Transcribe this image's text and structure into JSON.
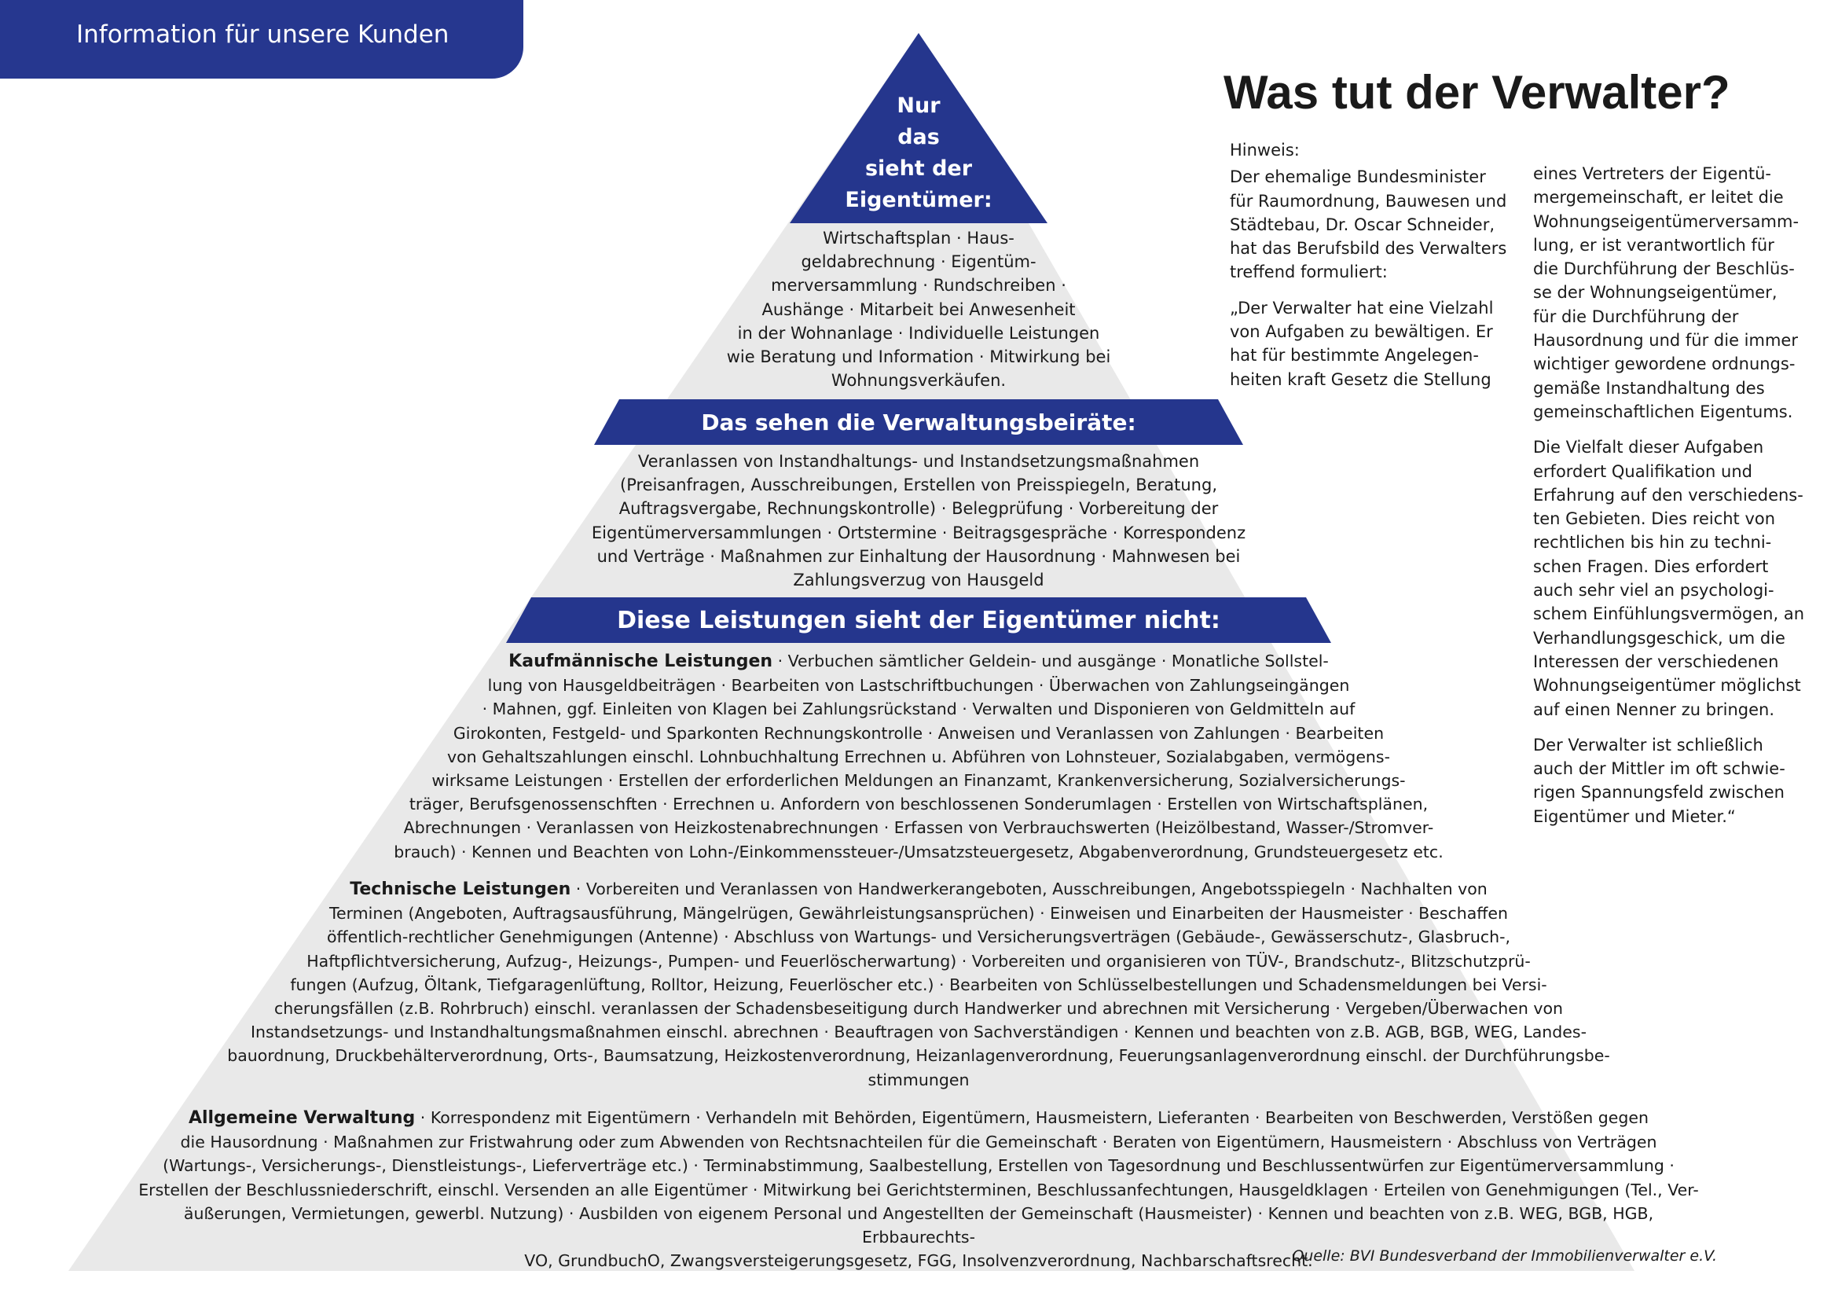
{
  "header": {
    "label": "Information für unsere Kunden"
  },
  "colors": {
    "brand": "#26378f",
    "pyramid_bg": "#e9e9e9",
    "text": "#1a1a1a"
  },
  "pyramid": {
    "apex_lines": [
      "Nur",
      "das",
      "sieht der",
      "Eigentümer:"
    ],
    "tier1_lines": [
      "Wirtschaftsplan · Haus-",
      "geldabrechnung · Eigentüm-",
      "merversammlung · Rundschreiben ·",
      "Aushänge · Mitarbeit bei Anwesenheit",
      "in der Wohnanlage · Individuelle Leistungen",
      "wie Beratung und Information · Mitwirkung bei",
      "Wohnungsverkäufen."
    ],
    "band2": "Das sehen die Verwaltungsbeiräte:",
    "tier2_lines": [
      "Veranlassen von Instandhaltungs- und Instandsetzungsmaßnahmen",
      "(Preisanfragen, Ausschreibungen, Erstellen von Preisspiegeln, Beratung,",
      "Auftragsvergabe, Rechnungskontrolle) · Belegprüfung · Vorbereitung der",
      "Eigentümerversammlungen · Ortstermine · Beitragsgespräche · Korrespondenz",
      "und Verträge · Maßnahmen zur Einhaltung der Hausordnung · Mahnwesen bei",
      "Zahlungsverzug von Hausgeld"
    ],
    "band3": "Diese Leistungen sieht der Eigentümer nicht:",
    "kaufm": {
      "heading": "Kaufmännische Leistungen",
      "first": " · Verbuchen sämtlicher Geldein- und ausgänge · Monatliche Sollstel-",
      "lines": [
        "lung von Hausgeldbeiträgen · Bearbeiten von Lastschriftbuchungen · Überwachen von Zahlungseingängen",
        "· Mahnen, ggf. Einleiten von Klagen bei Zahlungsrückstand · Verwalten und Disponieren von Geldmitteln auf",
        "Girokonten, Festgeld- und Sparkonten Rechnungskontrolle · Anweisen und Veranlassen von Zahlungen · Bearbeiten",
        "von Gehaltszahlungen einschl. Lohnbuchhaltung Errechnen u. Abführen von Lohnsteuer, Sozialabgaben, vermögens-",
        "wirksame Leistungen · Erstellen der erforderlichen Meldungen an Finanzamt, Krankenversicherung, Sozialversicherungs-",
        "träger, Berufsgenossenschften · Errechnen u. Anfordern von beschlossenen Sonderumlagen · Erstellen von Wirtschaftsplänen,",
        "Abrechnungen · Veranlassen von Heizkostenabrechnungen · Erfassen von Verbrauchswerten (Heizölbestand, Wasser-/Stromver-",
        "brauch) · Kennen und Beachten von Lohn-/Einkommenssteuer-/Umsatzsteuergesetz, Abgabenverordnung, Grundsteuergesetz etc."
      ]
    },
    "techn": {
      "heading": "Technische Leistungen",
      "first": " · Vorbereiten und Veranlassen von Handwerkerangeboten, Ausschreibungen, Angebotsspiegeln · Nachhalten von",
      "lines": [
        "Terminen (Angeboten, Auftragsausführung, Mängelrügen, Gewährleistungsansprüchen) · Einweisen und Einarbeiten der Hausmeister · Beschaffen",
        "öffentlich-rechtlicher Genehmigungen (Antenne) · Abschluss von Wartungs- und Versicherungsverträgen (Gebäude-, Gewässerschutz-, Glasbruch-,",
        "Haftpflichtversicherung, Aufzug-, Heizungs-, Pumpen- und Feuerlöscherwartung) · Vorbereiten und organisieren von TÜV-, Brandschutz-, Blitzschutzprü-",
        "fungen (Aufzug, Öltank, Tiefgaragenlüftung, Rolltor, Heizung, Feuerlöscher etc.) · Bearbeiten von Schlüsselbestellungen und Schadensmeldungen bei Versi-",
        "cherungsfällen (z.B. Rohrbruch) einschl. veranlassen der Schadensbeseitigung durch Handwerker und abrechnen mit Versicherung · Vergeben/Überwachen von",
        "Instandsetzungs- und Instandhaltungsmaßnahmen einschl. abrechnen · Beauftragen von Sachverständigen · Kennen und beachten von z.B. AGB, BGB, WEG, Landes-",
        "bauordnung, Druckbehälterverordnung, Orts-, Baumsatzung, Heizkostenverordnung, Heizanlagenverordnung, Feuerungsanlagenverordnung einschl. der Durchführungsbe-",
        "stimmungen"
      ]
    },
    "allg": {
      "heading": "Allgemeine Verwaltung",
      "first": " · Korrespondenz mit Eigentümern · Verhandeln mit Behörden, Eigentümern, Hausmeistern, Lieferanten · Bearbeiten von Beschwerden, Verstößen gegen",
      "lines": [
        "die Hausordnung · Maßnahmen zur Fristwahrung oder zum Abwenden von Rechtsnachteilen für die Gemeinschaft · Beraten von Eigentümern, Hausmeistern · Abschluss von Verträgen",
        "(Wartungs-, Versicherungs-, Dienstleistungs-, Lieferverträge etc.) · Terminabstimmung, Saalbestellung, Erstellen von Tagesordnung und Beschlussentwürfen zur Eigentümerversammlung ·",
        "Erstellen der Beschlussniederschrift, einschl. Versenden an alle Eigentümer · Mitwirkung bei Gerichtsterminen, Beschlussanfechtungen, Hausgeldklagen · Erteilen von Genehmigungen (Tel., Ver-",
        "äußerungen, Vermietungen, gewerbl. Nutzung) · Ausbilden von eigenem Personal und Angestellten der Gemeinschaft (Hausmeister) · Kennen und beachten von z.B. WEG, BGB, HGB, Erbbaurechts-",
        "VO, GrundbuchO, Zwangsversteigerungsgesetz, FGG, Insolvenzverordnung, Nachbarschaftsrecht."
      ]
    },
    "source": "Quelle: BVI Bundesverband der Immobilienverwalter e.V."
  },
  "article": {
    "title": "Was tut der Verwalter?",
    "left_col": [
      [
        "Hinweis:"
      ],
      [
        "Der ehemalige Bundesminister",
        "für Raumordnung, Bauwesen und",
        "Städtebau, Dr. Oscar Schneider,",
        "hat das Berufsbild des Verwalters",
        "treffend formuliert:"
      ],
      [
        "„Der Verwalter hat eine Vielzahl",
        "von Aufgaben zu bewältigen. Er",
        "hat für bestimmte Angelegen-",
        "heiten kraft Gesetz die Stellung"
      ]
    ],
    "right_col": [
      [
        "eines Vertreters der Eigentü-",
        "mergemeinschaft, er leitet die",
        "Wohnungseigentümerversamm-",
        "lung, er ist verantwortlich für",
        "die Durchführung der Beschlüs-",
        "se der Wohnungseigentümer,",
        "für die Durchführung der",
        "Hausordnung und für die immer",
        "wichtiger gewordene ordnungs-",
        "gemäße Instandhaltung des",
        "gemeinschaftlichen Eigentums."
      ],
      [
        "Die Vielfalt dieser Aufgaben",
        "erfordert Qualifikation und",
        "Erfahrung auf den verschiedens-",
        "ten Gebieten. Dies reicht von",
        "rechtlichen bis hin zu techni-",
        "schen Fragen. Dies erfordert",
        "auch sehr viel an psychologi-",
        "schem Einfühlungsvermögen, an",
        "Verhandlungsgeschick, um die",
        "Interessen der verschiedenen",
        "Wohnungseigentümer möglichst",
        "auf einen Nenner zu bringen."
      ],
      [
        "Der Verwalter ist schließlich",
        "auch der Mittler im oft schwie-",
        "rigen Spannungsfeld zwischen",
        "Eigentümer und Mieter.“"
      ]
    ]
  }
}
